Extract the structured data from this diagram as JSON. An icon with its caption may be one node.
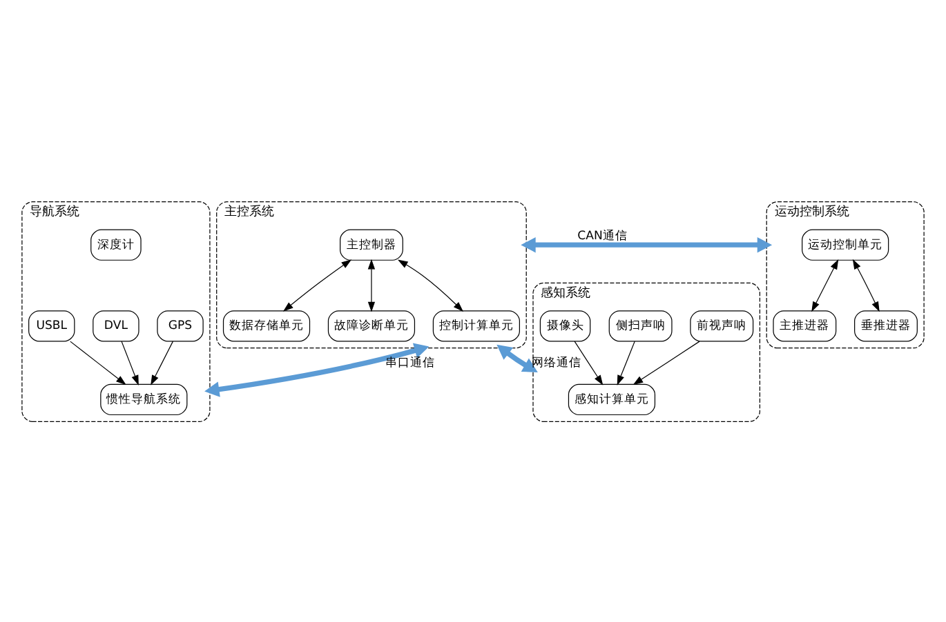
{
  "diagram": {
    "nodes": [
      {
        "text": [
          "主控系统"
        ]
      },
      {
        "text": [
          "主控制器"
        ],
        "in": 0
      },
      {
        "text": [
          "数据存储单元"
        ],
        "in": 0
      },
      {
        "text": [
          "故障诊断单元"
        ],
        "in": 0
      },
      {
        "text": [
          "控制计算单元"
        ],
        "in": 0
      },
      {
        "text": [
          "运动控制系统"
        ]
      },
      {
        "text": [
          "运动控制单元"
        ],
        "in": 5
      },
      {
        "text": [
          "主推进器"
        ],
        "in": 5
      },
      {
        "text": [
          "垂推进器"
        ],
        "in": 5
      },
      {
        "text": [
          "导航系统"
        ]
      },
      {
        "text": [
          "惯性导航系统"
        ],
        "in": 9
      },
      {
        "text": [
          "深度计"
        ],
        "in": 9
      },
      {
        "text": [
          "GPS"
        ],
        "in": 9
      },
      {
        "text": [
          "DVL"
        ],
        "in": 9
      },
      {
        "text": [
          "USBL"
        ],
        "in": 9
      },
      {
        "text": [
          "感知系统"
        ]
      },
      {
        "text": [
          "感知计算单元"
        ],
        "in": 15
      },
      {
        "text": [
          "前视声呐"
        ],
        "in": 15
      },
      {
        "text": [
          "侧扫声呐"
        ],
        "in": 15
      },
      {
        "text": [
          "摄像头"
        ],
        "in": 15
      }
    ],
    "edges": [
      {
        "from": 1,
        "to": 2,
        "arrow": "both"
      },
      {
        "from": 1,
        "to": 3,
        "arrow": "both"
      },
      {
        "from": 1,
        "to": 4,
        "arrow": "both"
      },
      {
        "from": 6,
        "to": 7,
        "arrow": "both"
      },
      {
        "from": 6,
        "to": 8,
        "arrow": "both"
      },
      {
        "from": 12,
        "to": 10,
        "arrow": "to"
      },
      {
        "from": 13,
        "to": 10,
        "arrow": "to"
      },
      {
        "from": 14,
        "to": 10,
        "arrow": "to"
      },
      {
        "from": 17,
        "to": 16,
        "arrow": "to"
      },
      {
        "from": 18,
        "to": 16,
        "arrow": "to"
      },
      {
        "from": 19,
        "to": 16,
        "arrow": "to"
      },
      {
        "from": 0,
        "to": 5,
        "arrow": "both",
        "label": "CAN通信",
        "style": "thick",
        "color": "#5b9bd5"
      },
      {
        "from": 0,
        "to": 9,
        "arrow": "both",
        "label": "串口通信",
        "style": "thick",
        "color": "#5b9bd5"
      },
      {
        "from": 0,
        "to": 15,
        "arrow": "both",
        "label": "网络通信",
        "style": "thick",
        "color": "#5b9bd5"
      }
    ]
  }
}
